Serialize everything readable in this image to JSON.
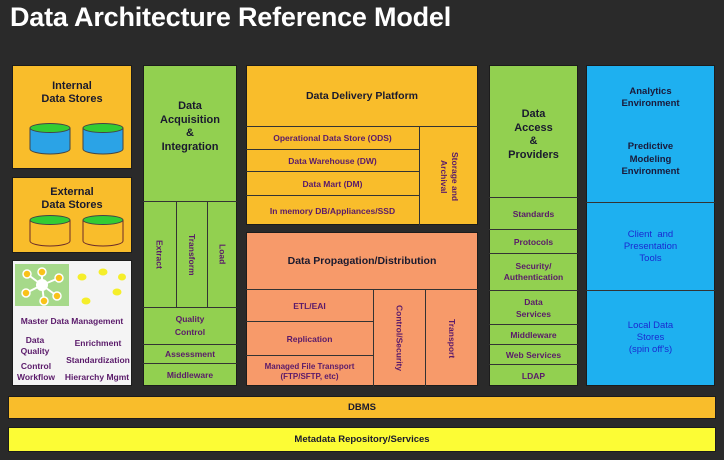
{
  "title": "Data Architecture Reference Model",
  "sources": {
    "internal": {
      "label": "Internal Data Stores",
      "line1": "Internal",
      "line2": "Data Stores"
    },
    "external": {
      "label": "External Data Stores",
      "line1": "External",
      "line2": "Data Stores"
    },
    "mdm": {
      "title": "Master Data Management",
      "data_quality_1": "Data",
      "data_quality_2": "Quality",
      "control_1": "Control",
      "control_2": "Workflow",
      "enrichment": "Enrichment",
      "standardization": "Standardization",
      "hierarchy": "Hierarchy Mgmt"
    }
  },
  "acquisition": {
    "line1": "Data",
    "line2": "Acquisition",
    "line3": "&",
    "line4": "Integration",
    "etl": [
      "Extract",
      "Transform",
      "Load"
    ],
    "quality_1": "Quality",
    "quality_2": "Control",
    "assessment": "Assessment",
    "middleware": "Middleware"
  },
  "delivery": {
    "title": "Data Delivery Platform",
    "rows": [
      "Operational Data Store (ODS)",
      "Data Warehouse (DW)",
      "Data Mart (DM)",
      "In memory DB/Appliances/SSD"
    ],
    "storage_1": "Storage and",
    "storage_2": "Archival"
  },
  "propagation": {
    "title": "Data Propagation/Distribution",
    "etl": "ETL/EAI",
    "replication": "Replication",
    "mft_1": "Managed File Transport",
    "mft_2": "(FTP/SFTP, etc)",
    "control": "Control/Security",
    "transport": "Transport"
  },
  "access": {
    "line1": "Data",
    "line2": "Access",
    "line3": "&",
    "line4": "Providers",
    "standards": "Standards",
    "protocols": "Protocols",
    "security_1": "Security/",
    "security_2": "Authentication",
    "services_1": "Data",
    "services_2": "Services",
    "middleware": "Middleware",
    "web": "Web Services",
    "ldap": "LDAP"
  },
  "analytics": {
    "a1": "Analytics",
    "a2": "Environment",
    "p1": "Predictive",
    "p2": "Modeling",
    "p3": "Environment",
    "c1": "Client  and",
    "c2": "Presentation",
    "c3": "Tools",
    "l1": "Local Data",
    "l2": "Stores",
    "l3": "(spin off's)"
  },
  "dbms": "DBMS",
  "metadata": "Metadata Repository/Services",
  "colors": {
    "orange": "#f9bd2b",
    "green": "#92d050",
    "salmon": "#f79a6a",
    "blue": "#1eb0f0",
    "yellow": "#fcfc35",
    "db_blue": "#2ba3e6",
    "db_top": "#33cc33"
  }
}
